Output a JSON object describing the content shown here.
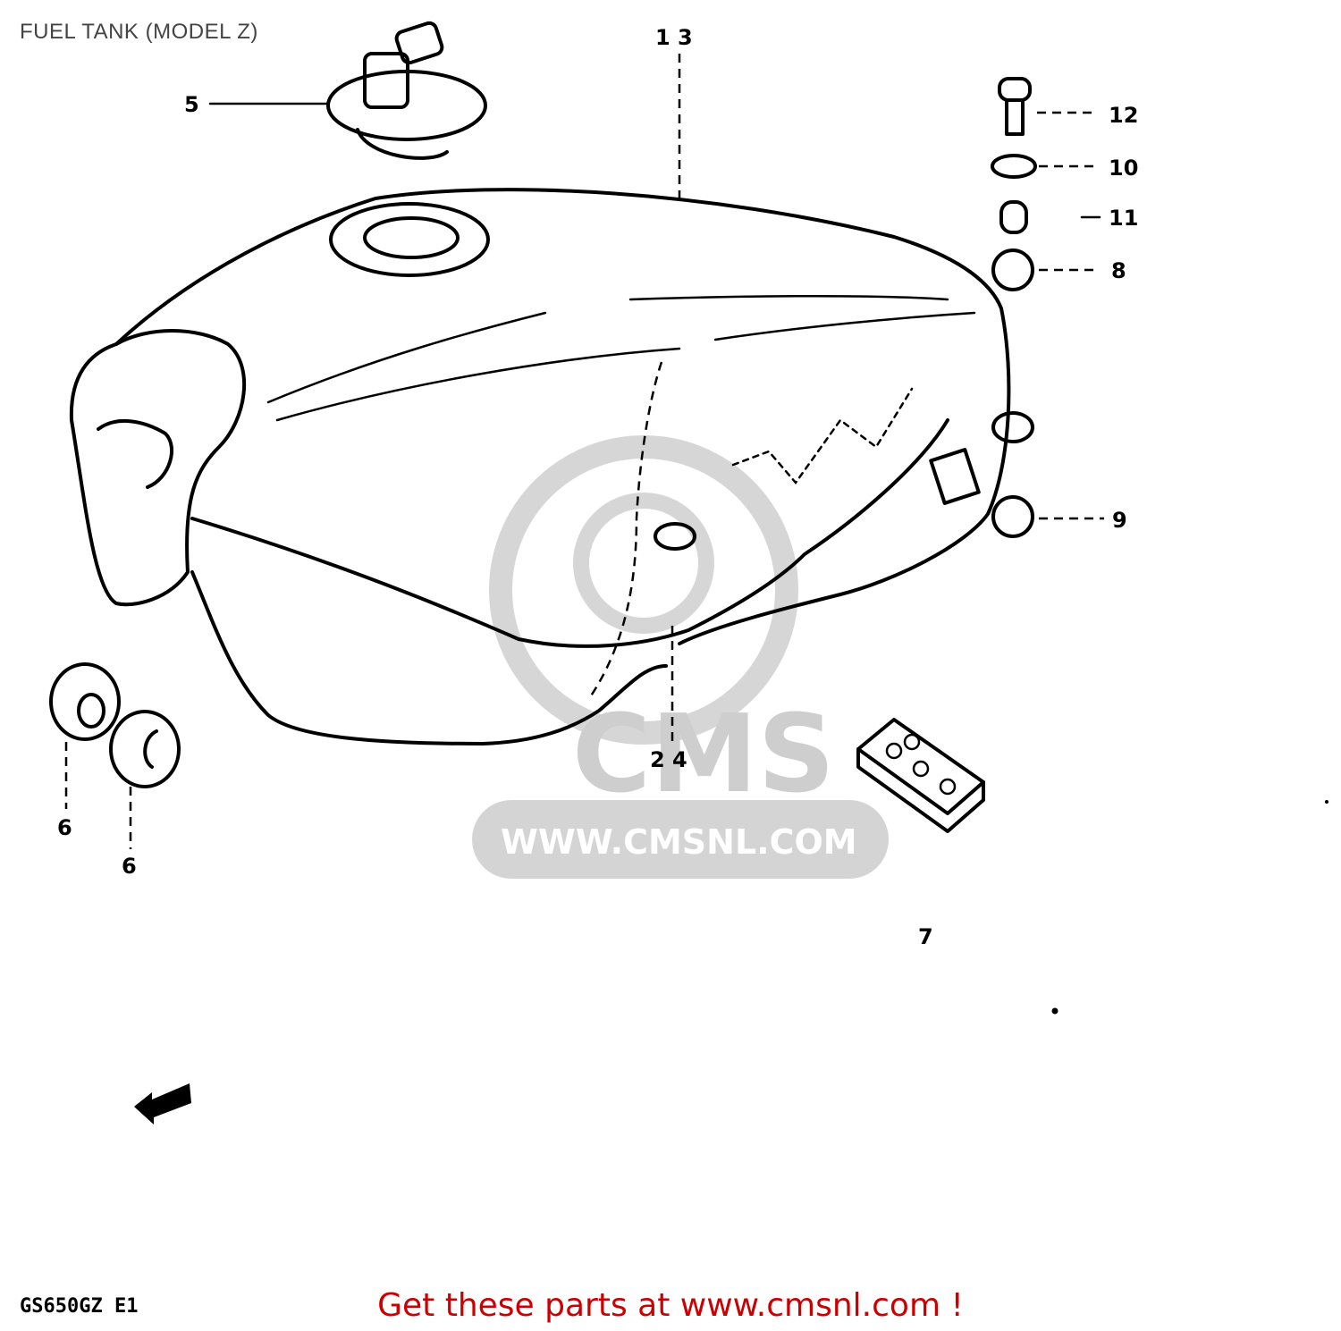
{
  "header": {
    "title": "FUEL TANK (MODEL Z)"
  },
  "callouts": [
    {
      "id": "c-1-3",
      "label": "1 3"
    },
    {
      "id": "c-5",
      "label": "5"
    },
    {
      "id": "c-12",
      "label": "12"
    },
    {
      "id": "c-10",
      "label": "10"
    },
    {
      "id": "c-11",
      "label": "11"
    },
    {
      "id": "c-8",
      "label": "8"
    },
    {
      "id": "c-9",
      "label": "9"
    },
    {
      "id": "c-2-4",
      "label": "2 4"
    },
    {
      "id": "c-6a",
      "label": "6"
    },
    {
      "id": "c-6b",
      "label": "6"
    },
    {
      "id": "c-7",
      "label": "7"
    }
  ],
  "footer": {
    "model_code": "GS650GZ E1",
    "promo": "Get these parts at www.cmsnl.com !",
    "promo_color": "#cc0000"
  },
  "watermark": {
    "brand": "CMS",
    "url": "WWW.CMSNL.COM",
    "color": "#c9c9c9"
  },
  "colors": {
    "line": "#000000",
    "background": "#ffffff"
  }
}
